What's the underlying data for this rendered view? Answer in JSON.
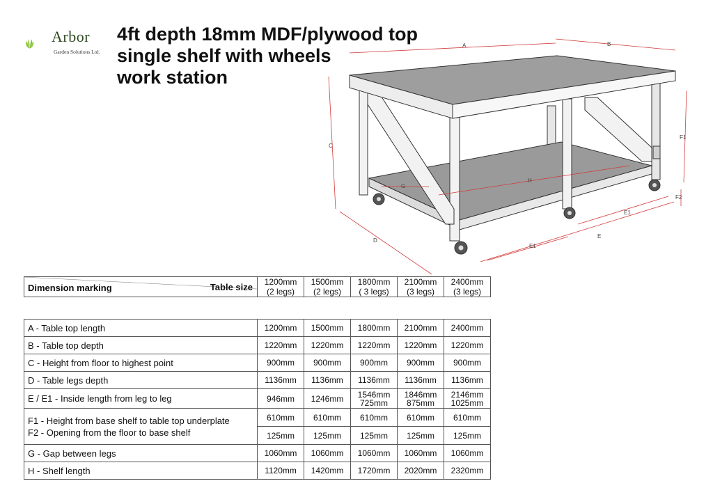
{
  "brand": {
    "name": "Arbor",
    "subtitle": "Garden Solutions Ltd."
  },
  "title": {
    "line1": "4ft depth 18mm MDF/plywood top",
    "line2": "single shelf with wheels",
    "line3": "work station"
  },
  "diagram_labels": {
    "a": "A",
    "b": "B",
    "c": "C",
    "d": "D",
    "e": "E",
    "e1": "E1",
    "f1": "F1",
    "f2": "F2",
    "g": "G",
    "h": "H"
  },
  "table": {
    "corner_top": "Table size",
    "corner_bottom": "Dimension marking",
    "sizes": [
      {
        "length": "1200mm",
        "legs": "(2 legs)"
      },
      {
        "length": "1500mm",
        "legs": "(2 legs)"
      },
      {
        "length": "1800mm",
        "legs": "( 3 legs)"
      },
      {
        "length": "2100mm",
        "legs": "(3 legs)"
      },
      {
        "length": "2400mm",
        "legs": "(3 legs)"
      }
    ],
    "rows": {
      "a": {
        "label": "A - Table top length",
        "values": [
          "1200mm",
          "1500mm",
          "1800mm",
          "2100mm",
          "2400mm"
        ]
      },
      "b": {
        "label": "B - Table top depth",
        "values": [
          "1220mm",
          "1220mm",
          "1220mm",
          "1220mm",
          "1220mm"
        ]
      },
      "c": {
        "label": "C - Height from floor to highest point",
        "values": [
          "900mm",
          "900mm",
          "900mm",
          "900mm",
          "900mm"
        ]
      },
      "d": {
        "label": "D - Table legs depth",
        "values": [
          "1136mm",
          "1136mm",
          "1136mm",
          "1136mm",
          "1136mm"
        ]
      },
      "e": {
        "label": "E / E1 - Inside length from leg to leg",
        "values": [
          "946mm",
          "1246mm"
        ],
        "split": [
          {
            "top": "1546mm",
            "bottom": "725mm"
          },
          {
            "top": "1846mm",
            "bottom": "875mm"
          },
          {
            "top": "2146mm",
            "bottom": "1025mm"
          }
        ]
      },
      "f": {
        "label1": "F1 - Height from base shelf to table top underplate",
        "label2": "F2 - Opening from the floor to base shelf",
        "f1": [
          "610mm",
          "610mm",
          "610mm",
          "610mm",
          "610mm"
        ],
        "f2": [
          "125mm",
          "125mm",
          "125mm",
          "125mm",
          "125mm"
        ]
      },
      "g": {
        "label": "G - Gap between legs",
        "values": [
          "1060mm",
          "1060mm",
          "1060mm",
          "1060mm",
          "1060mm"
        ]
      },
      "h": {
        "label": "H - Shelf length",
        "values": [
          "1120mm",
          "1420mm",
          "1720mm",
          "2020mm",
          "2320mm"
        ]
      }
    }
  }
}
